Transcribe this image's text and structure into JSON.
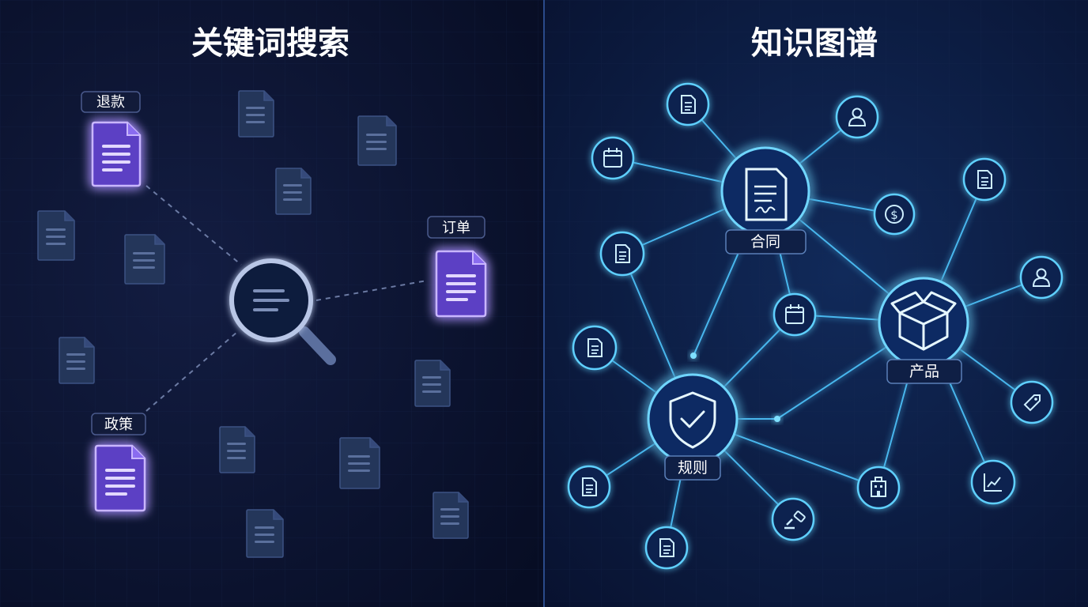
{
  "left_panel": {
    "title": "关键词搜索",
    "keywords": [
      {
        "id": "refund",
        "label": "退款"
      },
      {
        "id": "order",
        "label": "订单"
      },
      {
        "id": "policy",
        "label": "政策"
      }
    ]
  },
  "right_panel": {
    "title": "知识图谱",
    "hubs": [
      {
        "id": "contract",
        "label": "合同",
        "icon": "contract-document-icon"
      },
      {
        "id": "product",
        "label": "产品",
        "icon": "package-box-icon"
      },
      {
        "id": "rule",
        "label": "规则",
        "icon": "shield-check-icon"
      }
    ]
  },
  "colors": {
    "background": "#0a1230",
    "divider": "#2a4a8a",
    "keyword_glow": "#9b7cff",
    "graph_glow": "#3fc4ff",
    "dim_document": "#2a3c60"
  }
}
